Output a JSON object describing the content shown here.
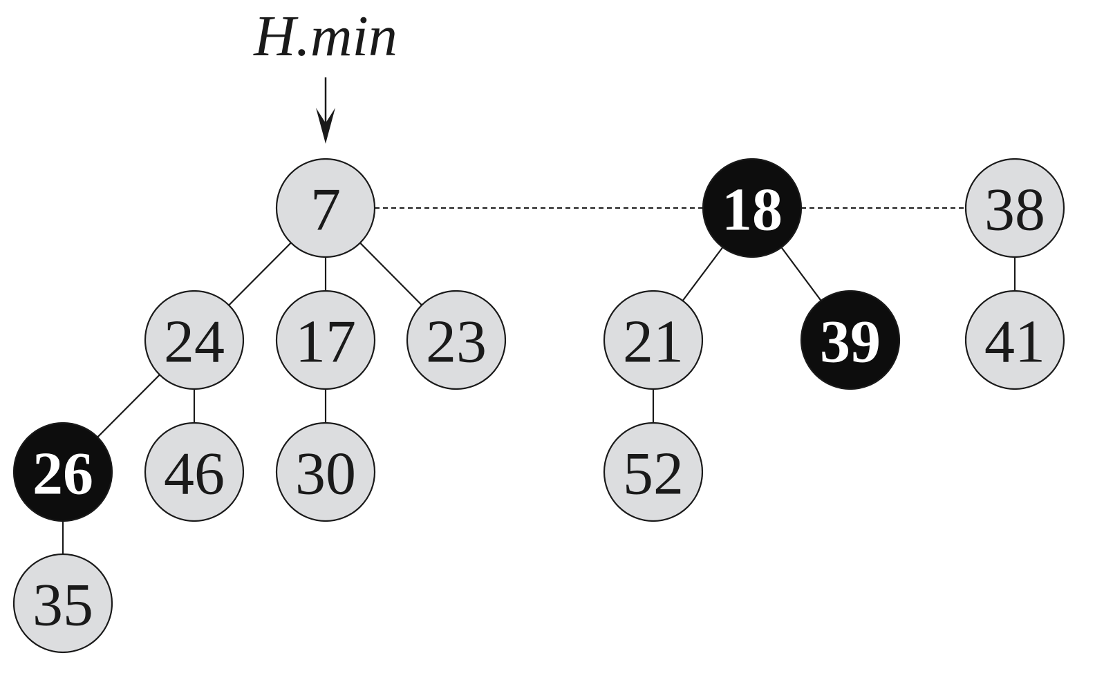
{
  "min_pointer": {
    "label": "H.min",
    "target": "n7"
  },
  "colors": {
    "gray_node": "#dcdddf",
    "black_node": "#0d0d0d",
    "gray_text": "#1a1a1a",
    "black_text": "#ffffff"
  },
  "nodes": [
    {
      "id": "n7",
      "key": "7",
      "marked": false
    },
    {
      "id": "n18",
      "key": "18",
      "marked": true
    },
    {
      "id": "n38",
      "key": "38",
      "marked": false
    },
    {
      "id": "n24",
      "key": "24",
      "marked": false
    },
    {
      "id": "n17",
      "key": "17",
      "marked": false
    },
    {
      "id": "n23",
      "key": "23",
      "marked": false
    },
    {
      "id": "n21",
      "key": "21",
      "marked": false
    },
    {
      "id": "n39",
      "key": "39",
      "marked": true
    },
    {
      "id": "n41",
      "key": "41",
      "marked": false
    },
    {
      "id": "n26",
      "key": "26",
      "marked": true
    },
    {
      "id": "n46",
      "key": "46",
      "marked": false
    },
    {
      "id": "n30",
      "key": "30",
      "marked": false
    },
    {
      "id": "n52",
      "key": "52",
      "marked": false
    },
    {
      "id": "n35",
      "key": "35",
      "marked": false
    }
  ],
  "root_list": [
    "n7",
    "n18",
    "n38"
  ],
  "edges": [
    [
      "n7",
      "n24"
    ],
    [
      "n7",
      "n17"
    ],
    [
      "n7",
      "n23"
    ],
    [
      "n24",
      "n26"
    ],
    [
      "n24",
      "n46"
    ],
    [
      "n17",
      "n30"
    ],
    [
      "n26",
      "n35"
    ],
    [
      "n18",
      "n21"
    ],
    [
      "n18",
      "n39"
    ],
    [
      "n21",
      "n52"
    ],
    [
      "n38",
      "n41"
    ]
  ]
}
